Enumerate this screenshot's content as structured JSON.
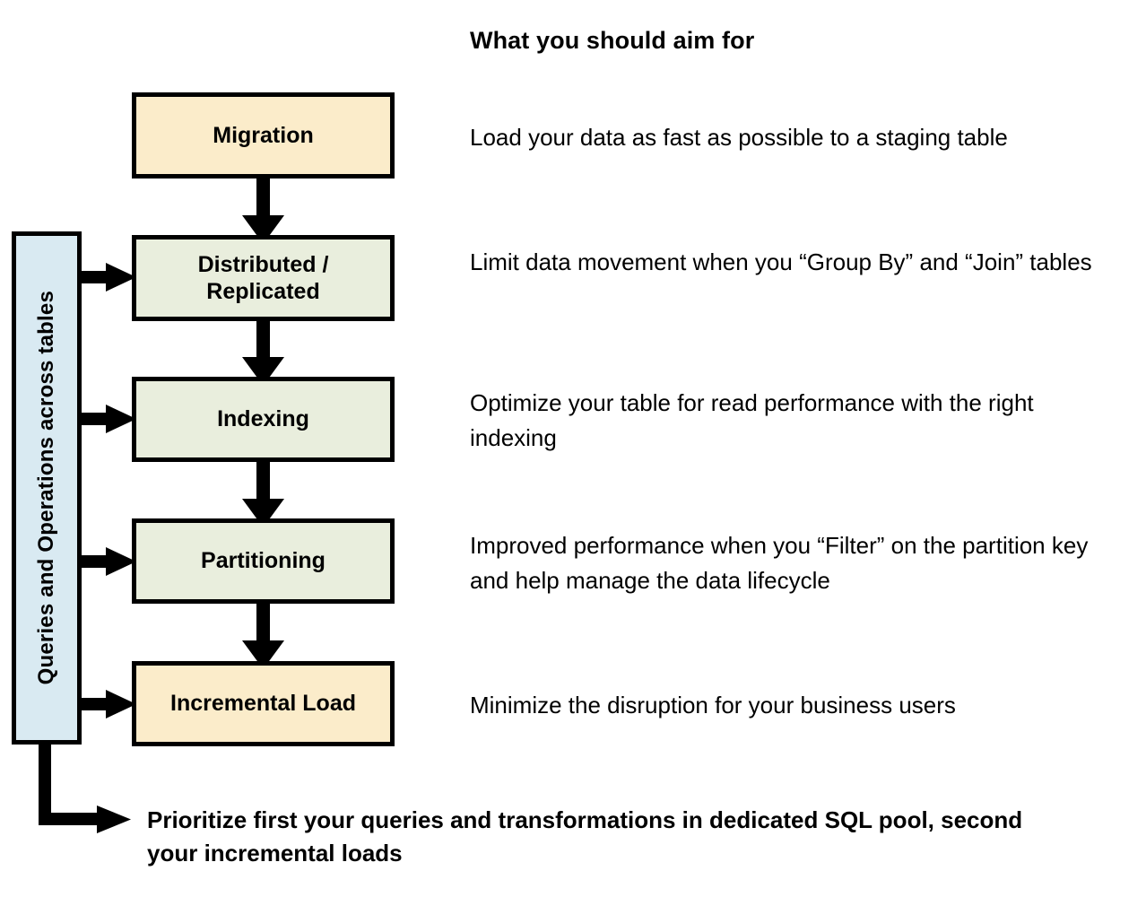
{
  "header": {
    "title": "What you should aim for"
  },
  "side_bar": {
    "label": "Queries and Operations across tables",
    "color": "#d9eaf2"
  },
  "colors": {
    "cream_fill": "#fbecca",
    "green_fill": "#e9eedd",
    "blue_fill": "#d9eaf2",
    "outline": "#000000",
    "text": "#000000"
  },
  "stages": [
    {
      "id": "migration",
      "label": "Migration",
      "fill": "#fbecca",
      "description": "Load your data as fast as possible to a staging table"
    },
    {
      "id": "distributed",
      "label": "Distributed /\nReplicated",
      "label_line1": "Distributed /",
      "label_line2": "Replicated",
      "fill": "#e9eedd",
      "description": "Limit data movement when you “Group By” and “Join” tables"
    },
    {
      "id": "indexing",
      "label": "Indexing",
      "fill": "#e9eedd",
      "description": "Optimize your table for read performance with the right indexing"
    },
    {
      "id": "partitioning",
      "label": "Partitioning",
      "fill": "#e9eedd",
      "description": "Improved performance when you “Filter” on the partition key and help manage the data lifecycle"
    },
    {
      "id": "incremental",
      "label": "Incremental Load",
      "fill": "#fbecca",
      "description": "Minimize the disruption for your business users"
    }
  ],
  "bottom_note": {
    "text": "Prioritize first your queries and transformations in dedicated SQL pool, second your incremental loads"
  }
}
